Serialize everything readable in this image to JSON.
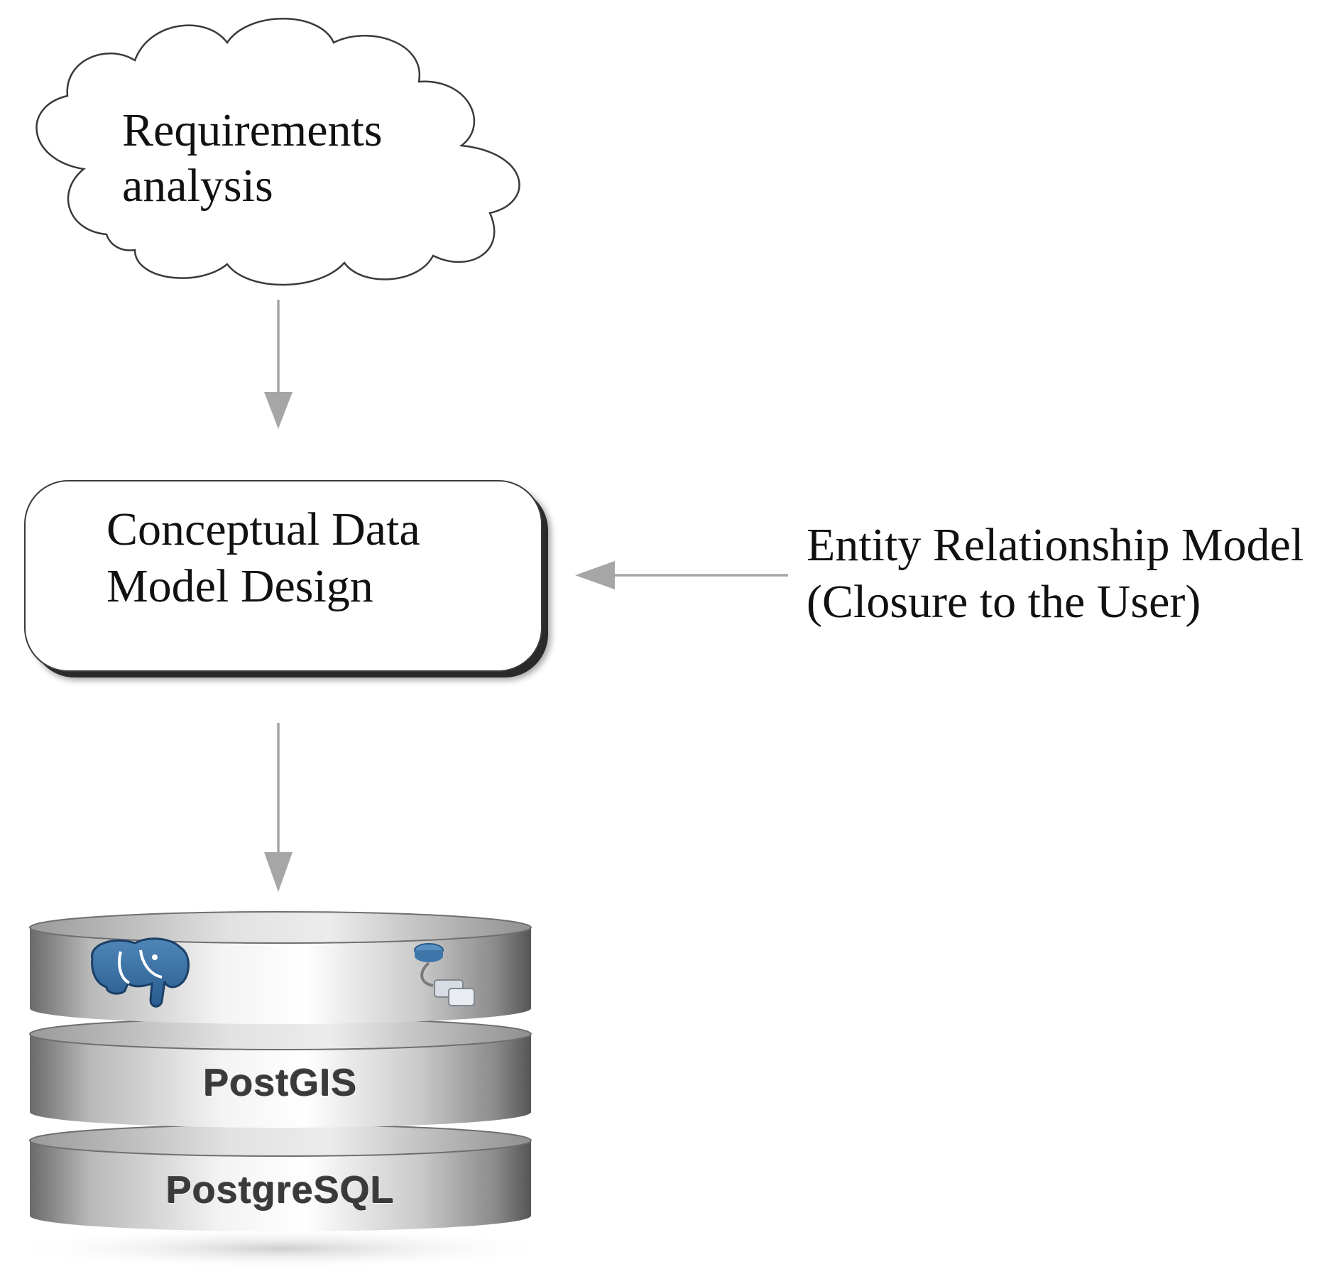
{
  "diagram": {
    "cloud": {
      "lines": [
        "Requirements",
        "analysis"
      ]
    },
    "process_box": {
      "lines": [
        "Conceptual Data",
        "Model Design"
      ]
    },
    "side_note": {
      "lines": [
        "Entity Relationship Model",
        "(Closure to the User)"
      ]
    },
    "database_stack": {
      "layers": [
        "PostGIS",
        "PostgreSQL"
      ],
      "top_layer_icons": [
        "postgresql-elephant-icon",
        "database-connection-icon"
      ]
    },
    "colors": {
      "arrow": "#a6a6a6",
      "outline": "#3a3a3a"
    }
  }
}
